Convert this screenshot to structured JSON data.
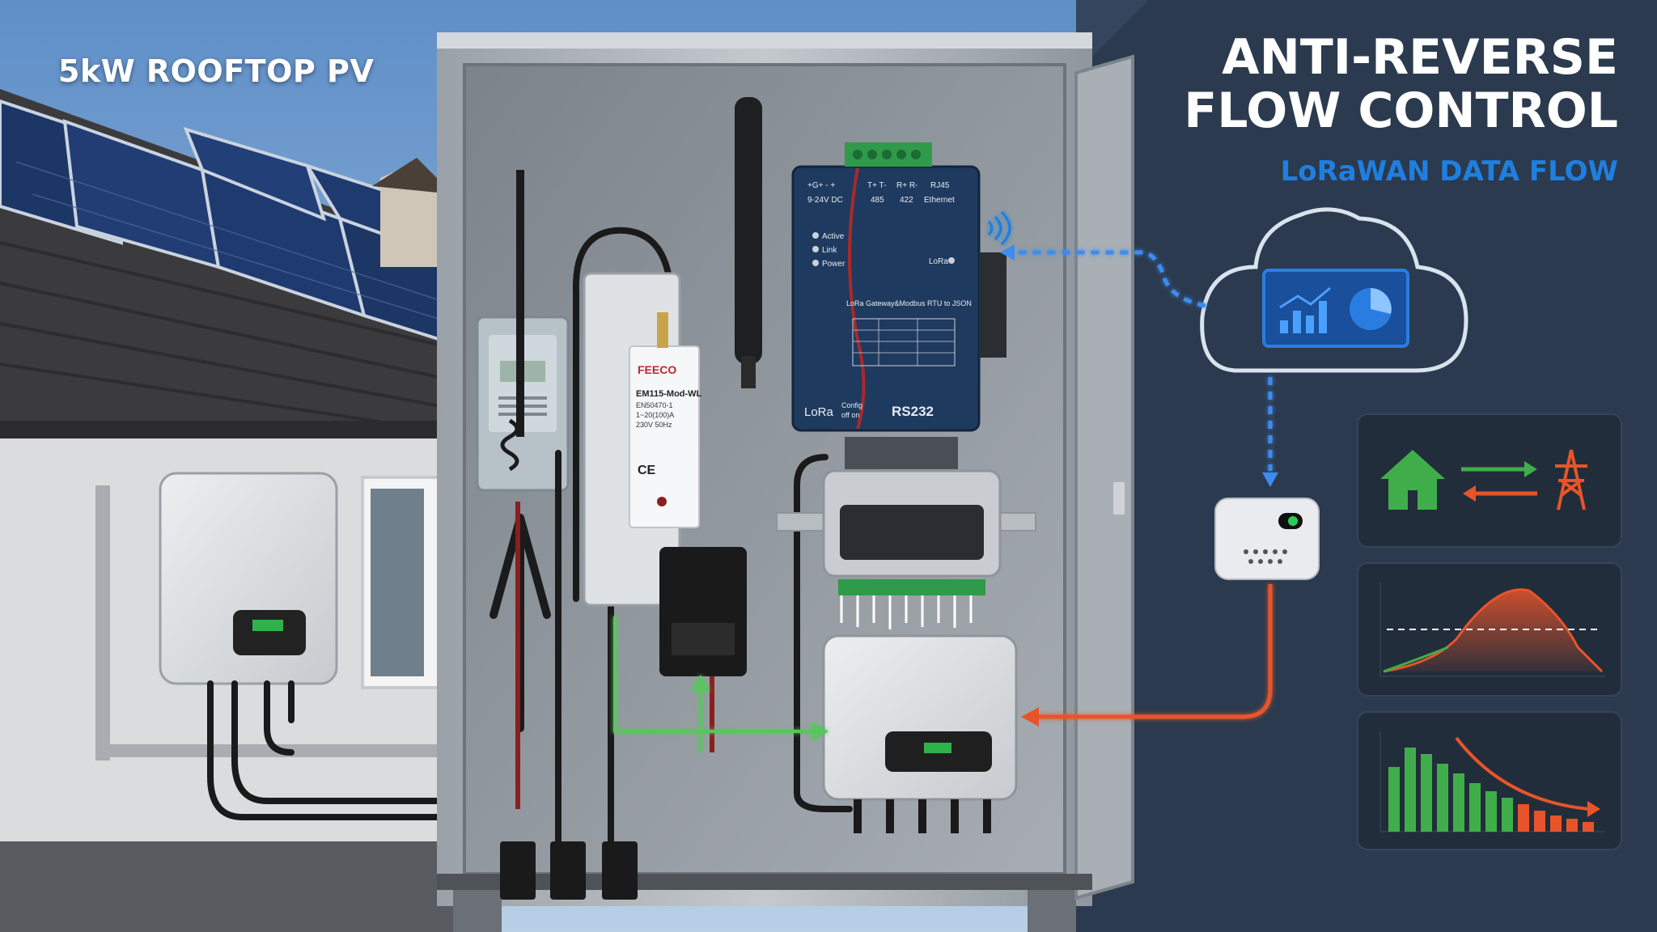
{
  "scene": {
    "pv_label": "5kW ROOFTOP PV",
    "title_line1": "ANTI-REVERSE",
    "title_line2": "FLOW CONTROL",
    "subtitle": "LoRaWAN DATA FLOW"
  },
  "gateway": {
    "terminal_power": "+G+ -  +",
    "terminal_power_spec": "9-24V DC",
    "terminal_485": "T+ T-",
    "terminal_485_label": "485",
    "terminal_422": "R+ R-",
    "terminal_422_label": "422",
    "rj45": "RJ45",
    "ethernet": "Ethernet",
    "led_active": "Active",
    "led_link": "Link",
    "led_power": "Power",
    "led_lora": "LoRa",
    "desc_line1": "LoRa Gateway&Modbus RTU to JSON",
    "bottom_lora": "LoRa",
    "bottom_config": "Config",
    "bottom_offon": "off on",
    "bottom_rs232": "RS232"
  },
  "meter": {
    "brand": "FEECO",
    "model": "EM115-Mod-WL",
    "std": "EN50470-1",
    "current": "1~20(100)A",
    "voltage": "230V  50Hz",
    "marks": "CE"
  },
  "colors": {
    "sky": "#8fb4d8",
    "panel_bg": "#2b3a4e",
    "accent_blue": "#1f7fe0",
    "accent_green": "#4caf50",
    "accent_orange": "#e8542a"
  },
  "icons": [
    "cloud-icon",
    "dashboard-icon",
    "house-icon",
    "transmission-tower-icon",
    "exchange-arrows-icon",
    "wifi-icon"
  ]
}
